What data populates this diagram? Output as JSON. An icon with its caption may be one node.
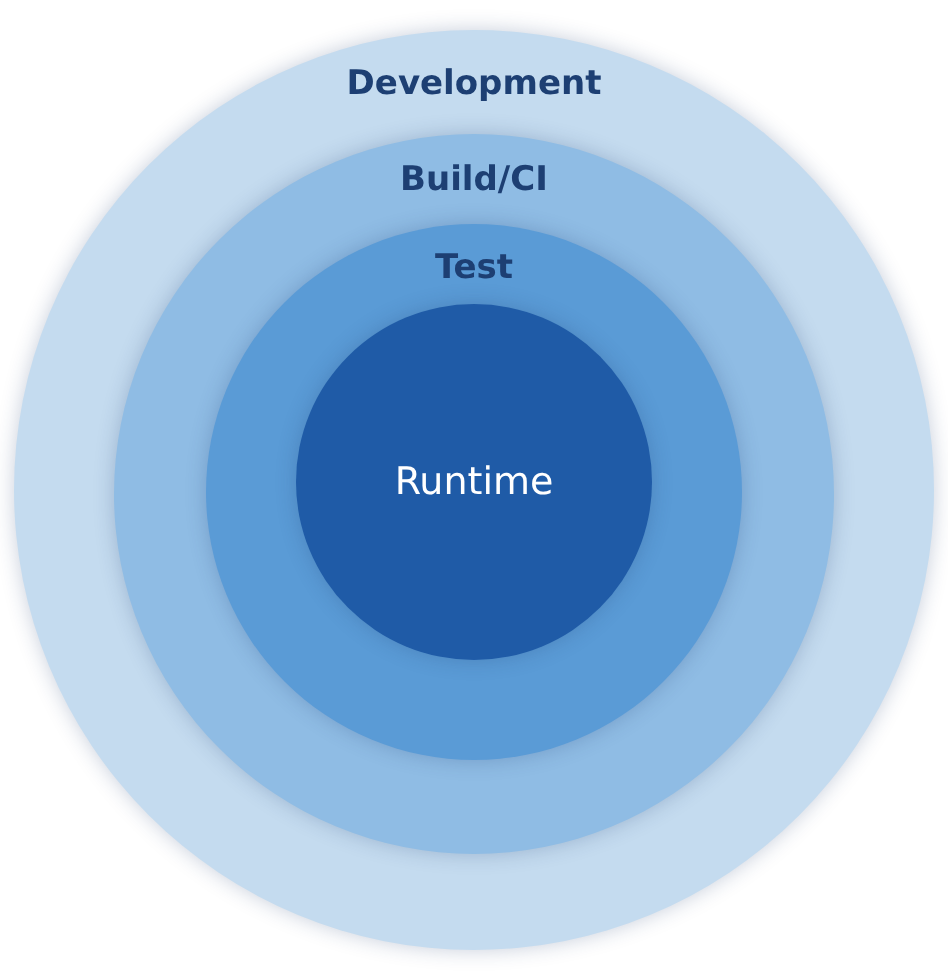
{
  "diagram": {
    "nodes": [
      {
        "text": [
          "Development"
        ]
      },
      {
        "text": [
          "Build/CI"
        ],
        "in": 0
      },
      {
        "text": [
          "Test"
        ],
        "in": 1
      },
      {
        "text": [
          "Runtime"
        ],
        "in": 2
      }
    ]
  }
}
